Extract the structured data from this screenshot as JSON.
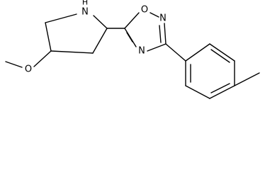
{
  "molecule": {
    "atoms": {
      "nh": "N",
      "nh_h": "H",
      "o_methoxy": "O",
      "o_ring": "O",
      "n_top": "N",
      "n_bottom": "N"
    }
  },
  "colors": {
    "bond": "#000000",
    "label": "#000000",
    "background": "#ffffff"
  }
}
